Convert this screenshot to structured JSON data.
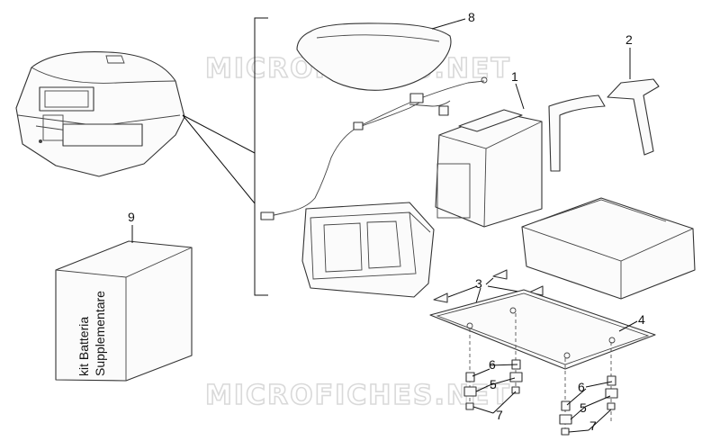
{
  "watermark": "MICROFICHES.NET",
  "callouts": {
    "c1": "1",
    "c2": "2",
    "c3": "3",
    "c4": "4",
    "c5a": "5",
    "c5b": "5",
    "c6a": "6",
    "c6b": "6",
    "c7a": "7",
    "c7b": "7",
    "c8": "8",
    "c9": "9"
  },
  "kit_box": {
    "line1": "kit Batteria",
    "line2": "Supplementare"
  }
}
